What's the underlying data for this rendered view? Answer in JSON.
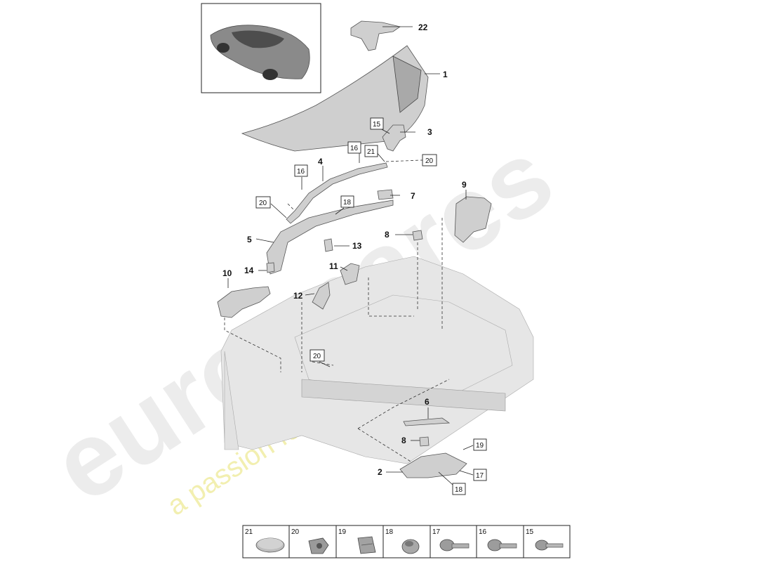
{
  "watermark": {
    "brand": "eurospares",
    "tagline": "a passion for parts since 1985"
  },
  "callouts": {
    "c1": "1",
    "c2": "2",
    "c3": "3",
    "c4": "4",
    "c5": "5",
    "c6": "6",
    "c7": "7",
    "c8a": "8",
    "c8b": "8",
    "c9": "9",
    "c10": "10",
    "c11": "11",
    "c12": "12",
    "c13": "13",
    "c14": "14",
    "c22": "22"
  },
  "boxed_callouts": {
    "b15": "15",
    "b16a": "16",
    "b16b": "16",
    "b21": "21",
    "b20a": "20",
    "b20b": "20",
    "b20c": "20",
    "b18a": "18",
    "b18b": "18",
    "b19": "19",
    "b17": "17"
  },
  "legend": [
    {
      "num": "21",
      "icon": "cap-disc-icon"
    },
    {
      "num": "20",
      "icon": "clip-nut-icon"
    },
    {
      "num": "19",
      "icon": "spring-clip-icon"
    },
    {
      "num": "18",
      "icon": "expansion-rivet-icon"
    },
    {
      "num": "17",
      "icon": "flange-bolt-icon"
    },
    {
      "num": "16",
      "icon": "flange-bolt-icon"
    },
    {
      "num": "15",
      "icon": "screw-icon"
    }
  ]
}
